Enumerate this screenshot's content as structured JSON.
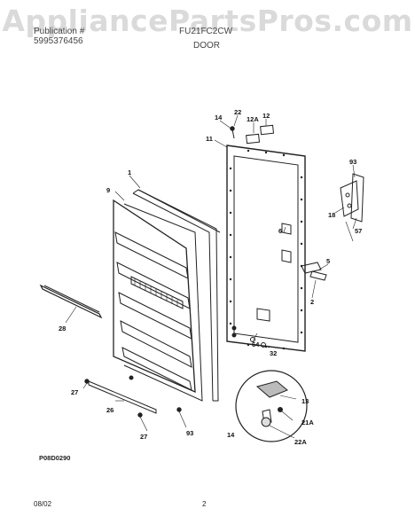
{
  "header": {
    "publication_label": "Publication #",
    "publication_number": "5995376456",
    "model": "FU21FC2CW",
    "section": "DOOR"
  },
  "watermark": "AppliancePartsPros.com",
  "callouts": [
    "1",
    "9",
    "11",
    "12",
    "12A",
    "14",
    "22",
    "93",
    "18",
    "57",
    "6",
    "5",
    "2",
    "28",
    "64",
    "32",
    "13",
    "21A",
    "22A",
    "27",
    "26",
    "93",
    "14",
    "27"
  ],
  "diagram_code": "P08D0290",
  "footer": {
    "date": "08/02",
    "page": "2"
  }
}
